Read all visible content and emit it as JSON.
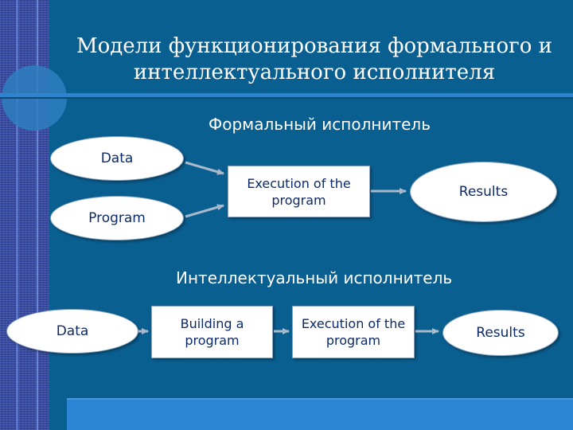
{
  "slide": {
    "title": "Модели функционирования формального и интеллектуального исполнителя",
    "formal": {
      "heading": "Формальный исполнитель",
      "data_label": "Data",
      "program_label": "Program",
      "execution_label": "Execution of the program",
      "results_label": "Results"
    },
    "intellectual": {
      "heading": "Интеллектуальный исполнитель",
      "data_label": "Data",
      "building_label": "Building a program",
      "execution_label": "Execution of the program",
      "results_label": "Results"
    }
  },
  "colors": {
    "background": "#0a5f91",
    "shape_fill": "#ffffff",
    "shape_text": "#0c2a6a",
    "arrow": "#a9b9cc",
    "accent_bar": "#2d84d4"
  }
}
